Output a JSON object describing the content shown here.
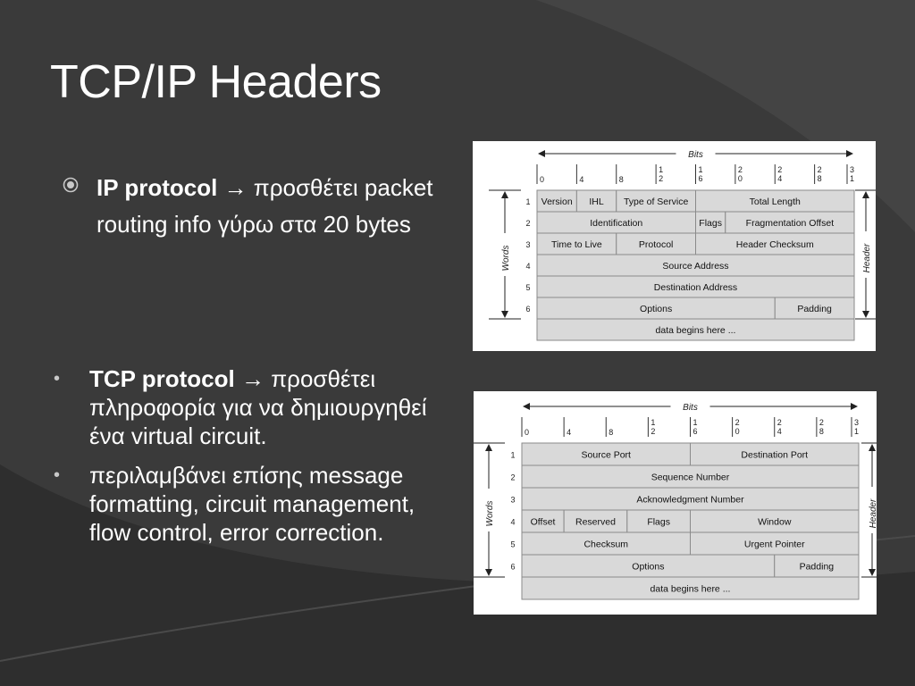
{
  "slide": {
    "title": "TCP/IP Headers"
  },
  "bullets": {
    "ip": {
      "bold": "IP protocol",
      "arrow": "→",
      "text": "προσθέτει packet routing info γύρω στα 20 bytes"
    },
    "tcp": {
      "bold": "TCP protocol",
      "arrow": "→",
      "text": "προσθέτει πληροφορία για να δημιουργηθεί ένα virtual circuit."
    },
    "extra": {
      "text": "περιλαμβάνει επίσης message formatting, circuit management, flow control, error correction."
    }
  },
  "ip_header": {
    "bits_label": "Bits",
    "ticks": [
      "0",
      "4",
      "8",
      "1\n2",
      "1\n6",
      "2\n0",
      "2\n4",
      "2\n8",
      "3\n1"
    ],
    "words_label": "Words",
    "header_label": "Header",
    "rows": [
      {
        "n": "1",
        "cells": [
          {
            "text": "Version",
            "span": 4
          },
          {
            "text": "IHL",
            "span": 4
          },
          {
            "text": "Type of Service",
            "span": 8
          },
          {
            "text": "Total Length",
            "span": 16
          }
        ]
      },
      {
        "n": "2",
        "cells": [
          {
            "text": "Identification",
            "span": 16
          },
          {
            "text": "Flags",
            "span": 3
          },
          {
            "text": "Fragmentation Offset",
            "span": 13
          }
        ]
      },
      {
        "n": "3",
        "cells": [
          {
            "text": "Time to Live",
            "span": 8
          },
          {
            "text": "Protocol",
            "span": 8
          },
          {
            "text": "Header Checksum",
            "span": 16
          }
        ]
      },
      {
        "n": "4",
        "cells": [
          {
            "text": "Source Address",
            "span": 32
          }
        ]
      },
      {
        "n": "5",
        "cells": [
          {
            "text": "Destination Address",
            "span": 32
          }
        ]
      },
      {
        "n": "6",
        "cells": [
          {
            "text": "Options",
            "span": 24
          },
          {
            "text": "Padding",
            "span": 8
          }
        ]
      },
      {
        "n": "",
        "cells": [
          {
            "text": "data begins here ...",
            "span": 32
          }
        ]
      }
    ]
  },
  "tcp_header": {
    "bits_label": "Bits",
    "ticks": [
      "0",
      "4",
      "8",
      "1\n2",
      "1\n6",
      "2\n0",
      "2\n4",
      "2\n8",
      "3\n1"
    ],
    "words_label": "Words",
    "header_label": "Header",
    "rows": [
      {
        "n": "1",
        "cells": [
          {
            "text": "Source Port",
            "span": 16
          },
          {
            "text": "Destination Port",
            "span": 16
          }
        ]
      },
      {
        "n": "2",
        "cells": [
          {
            "text": "Sequence Number",
            "span": 32
          }
        ]
      },
      {
        "n": "3",
        "cells": [
          {
            "text": "Acknowledgment Number",
            "span": 32
          }
        ]
      },
      {
        "n": "4",
        "cells": [
          {
            "text": "Offset",
            "span": 4
          },
          {
            "text": "Reserved",
            "span": 6
          },
          {
            "text": "Flags",
            "span": 6
          },
          {
            "text": "Window",
            "span": 16
          }
        ]
      },
      {
        "n": "5",
        "cells": [
          {
            "text": "Checksum",
            "span": 16
          },
          {
            "text": "Urgent Pointer",
            "span": 16
          }
        ]
      },
      {
        "n": "6",
        "cells": [
          {
            "text": "Options",
            "span": 24
          },
          {
            "text": "Padding",
            "span": 8
          }
        ]
      },
      {
        "n": "",
        "cells": [
          {
            "text": "data begins here ...",
            "span": 32
          }
        ]
      }
    ]
  }
}
